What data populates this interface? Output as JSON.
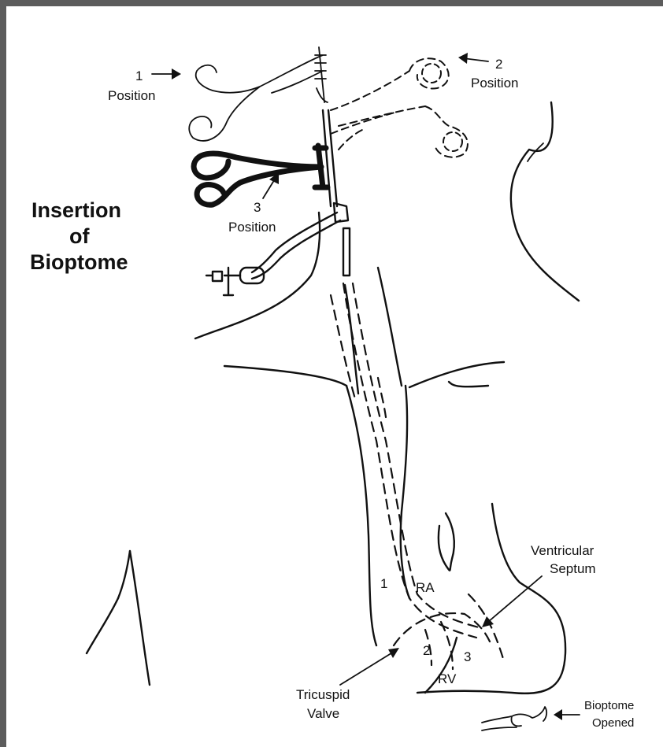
{
  "title": {
    "line1": "Insertion",
    "line2": "of",
    "line3": "Bioptome"
  },
  "labels": {
    "pos1_num": "1",
    "pos1_word": "Position",
    "pos2_num": "2",
    "pos2_word": "Position",
    "pos3_num": "3",
    "pos3_word": "Position",
    "ventricular_septum_1": "Ventricular",
    "ventricular_septum_2": "Septum",
    "tricuspid_valve_1": "Tricuspid",
    "tricuspid_valve_2": "Valve",
    "bioptome_opened_1": "Bioptome",
    "bioptome_opened_2": "Opened",
    "ra": "RA",
    "rv": "RV",
    "heart_1": "1",
    "heart_2": "2",
    "heart_3": "3"
  }
}
